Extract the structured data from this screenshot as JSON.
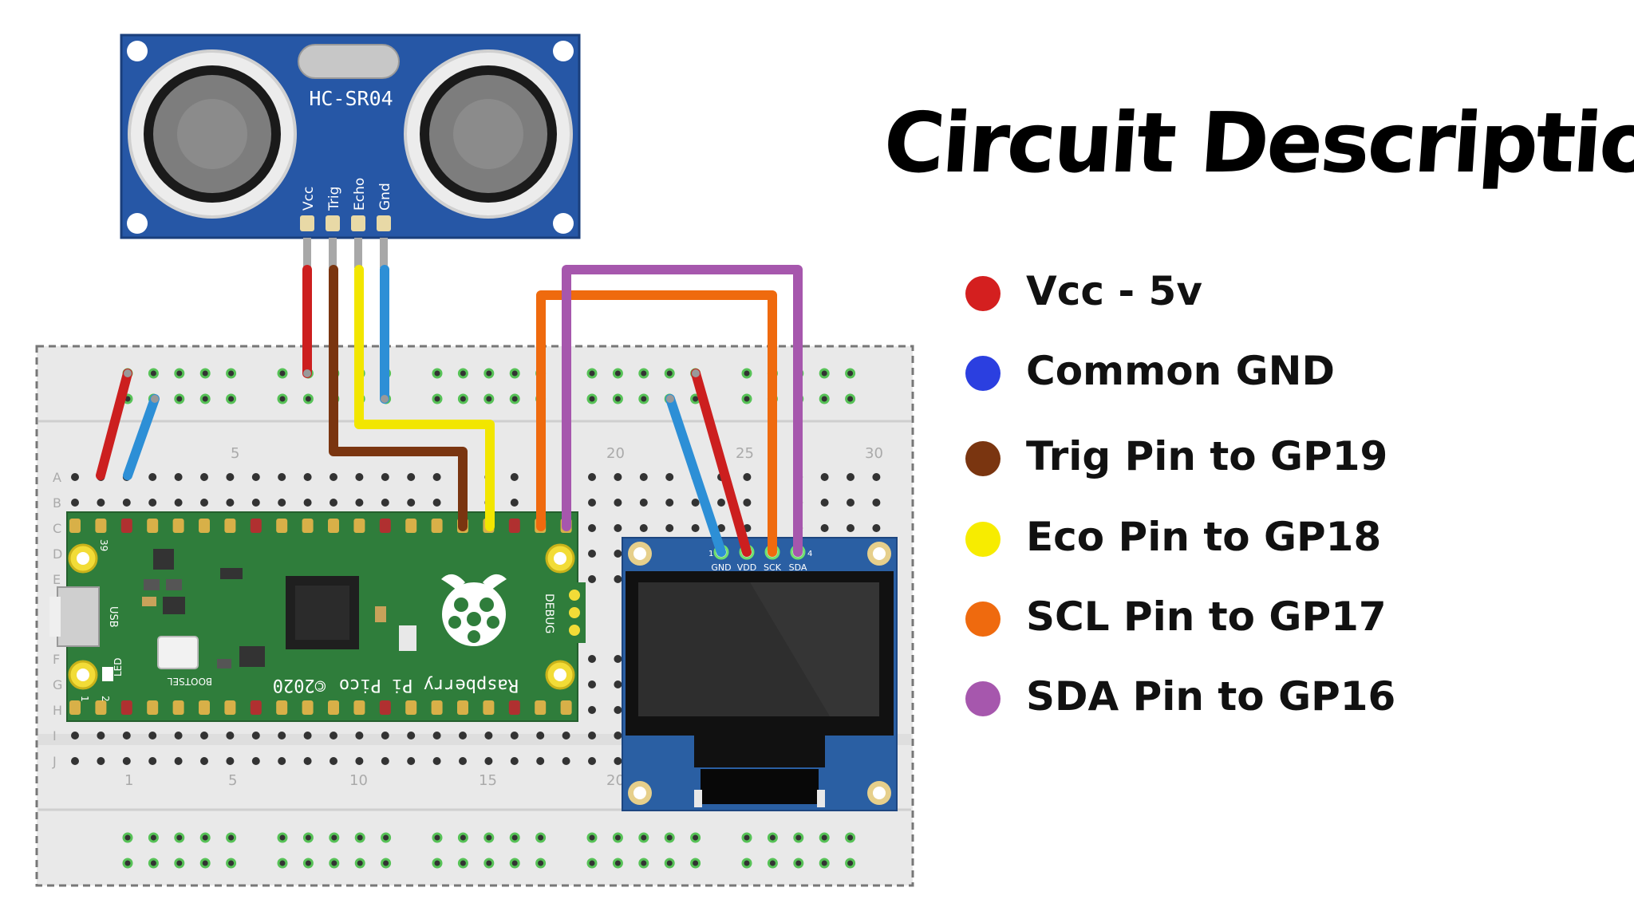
{
  "title": "Circuit Description",
  "sensor": {
    "model": "HC-SR04",
    "pins": [
      "Vcc",
      "Trig",
      "Echo",
      "Gnd"
    ]
  },
  "oled": {
    "pins": [
      "GND",
      "VDD",
      "SCK",
      "SDA"
    ],
    "pin_numbers": [
      "1",
      "4"
    ]
  },
  "pico": {
    "name": "Raspberry Pi Pico",
    "year": "©2020",
    "bootsel": "BOOTSEL",
    "usb": "USB",
    "led": "LED",
    "debug": "DEBUG",
    "pin_labels": [
      "39",
      "1",
      "2"
    ]
  },
  "breadboard": {
    "top_numbers": [
      "5",
      "20",
      "25",
      "30"
    ],
    "bottom_numbers": [
      "1",
      "5",
      "10",
      "15",
      "20"
    ],
    "row_letters": [
      "A",
      "B",
      "C",
      "D",
      "E",
      "F",
      "G",
      "H",
      "I",
      "J"
    ]
  },
  "colors": {
    "vcc": "#cc1f1f",
    "gnd": "#2d46d6",
    "trig": "#7a3510",
    "echo": "#f2e600",
    "scl": "#ef6a0e",
    "sda": "#a657ad",
    "board_green": "#2f7d3b",
    "sensor_blue": "#2657a6"
  },
  "legend": [
    {
      "label": "Vcc - 5v",
      "color": "#d41f1f"
    },
    {
      "label": "Common GND",
      "color": "#2b3fe0"
    },
    {
      "label": "Trig Pin to GP19",
      "color": "#7a3510"
    },
    {
      "label": "Eco Pin to GP18",
      "color": "#f7ec00"
    },
    {
      "label": "SCL Pin to GP17",
      "color": "#ef6a0e"
    },
    {
      "label": "SDA Pin to GP16",
      "color": "#a657ad"
    }
  ]
}
